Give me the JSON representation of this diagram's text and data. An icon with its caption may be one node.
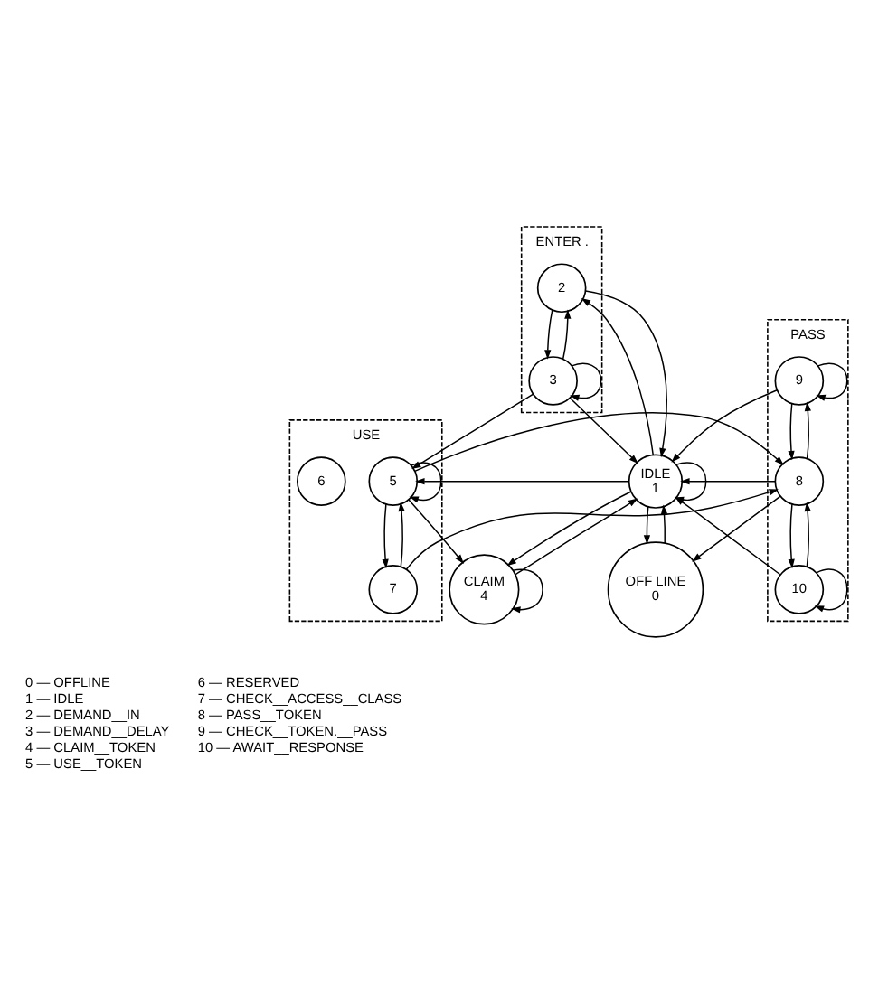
{
  "diagram": {
    "nodes": [
      {
        "text": [
          "ENTER ."
        ]
      },
      {
        "text": [
          "2"
        ],
        "in": 0
      },
      {
        "text": [
          "3"
        ],
        "in": 0
      },
      {
        "text": [
          "OFF LINE",
          "0"
        ]
      },
      {
        "text": [
          "CLAIM",
          "4"
        ]
      },
      {
        "text": [
          "USE"
        ]
      },
      {
        "text": [
          "5"
        ],
        "in": 5
      },
      {
        "text": [
          "6"
        ],
        "in": 5
      },
      {
        "text": [
          "7"
        ],
        "in": 5
      },
      {
        "text": [
          "IDLE",
          "1"
        ]
      },
      {
        "text": [
          "PASS"
        ]
      },
      {
        "text": [
          "9"
        ],
        "in": 10
      },
      {
        "text": [
          "10"
        ],
        "in": 10
      },
      {
        "text": [
          "8"
        ],
        "in": 10
      }
    ],
    "edges": [
      {
        "from": 1,
        "to": 2,
        "arrow": "to"
      },
      {
        "from": 2,
        "to": 1,
        "arrow": "to"
      },
      {
        "from": 2,
        "to": 2,
        "arrow": "to"
      },
      {
        "from": 9,
        "to": 1,
        "arrow": "to"
      },
      {
        "from": 1,
        "to": 9,
        "arrow": "to"
      },
      {
        "from": 2,
        "to": 9,
        "arrow": "to"
      },
      {
        "from": 2,
        "to": 6,
        "arrow": "to"
      },
      {
        "from": 3,
        "to": 9,
        "arrow": "to"
      },
      {
        "from": 9,
        "to": 3,
        "arrow": "to"
      },
      {
        "from": 9,
        "to": 9,
        "arrow": "to"
      },
      {
        "from": 4,
        "to": 4,
        "arrow": "to"
      },
      {
        "from": 9,
        "to": 4,
        "arrow": "to"
      },
      {
        "from": 4,
        "to": 9,
        "arrow": "to"
      },
      {
        "from": 6,
        "to": 4,
        "arrow": "to"
      },
      {
        "from": 9,
        "to": 6,
        "arrow": "to"
      },
      {
        "from": 6,
        "to": 6,
        "arrow": "to"
      },
      {
        "from": 6,
        "to": 8,
        "arrow": "to"
      },
      {
        "from": 8,
        "to": 6,
        "arrow": "to"
      },
      {
        "from": 8,
        "to": 13,
        "arrow": "to"
      },
      {
        "from": 6,
        "to": 13,
        "arrow": "to"
      },
      {
        "from": 13,
        "to": 3,
        "arrow": "to"
      },
      {
        "from": 13,
        "to": 9,
        "arrow": "to"
      },
      {
        "from": 12,
        "to": 9,
        "arrow": "to"
      },
      {
        "from": 11,
        "to": 9,
        "arrow": "to"
      },
      {
        "from": 11,
        "to": 11,
        "arrow": "to"
      },
      {
        "from": 12,
        "to": 12,
        "arrow": "to"
      },
      {
        "from": 13,
        "to": 11,
        "arrow": "to"
      },
      {
        "from": 11,
        "to": 13,
        "arrow": "to"
      },
      {
        "from": 12,
        "to": 13,
        "arrow": "to"
      },
      {
        "from": 13,
        "to": 12,
        "arrow": "to"
      }
    ],
    "labels": [
      "0 — OFFLINE",
      "1 — IDLE",
      "2 — DEMAND__IN",
      "3 — DEMAND__DELAY",
      "4 — CLAIM__TOKEN",
      "5 — USE__TOKEN",
      "6 — RESERVED",
      "7 — CHECK__ACCESS__CLASS",
      "8 — PASS__TOKEN",
      "9 — CHECK__TOKEN.__PASS",
      "10 — AWAIT__RESPONSE"
    ]
  }
}
